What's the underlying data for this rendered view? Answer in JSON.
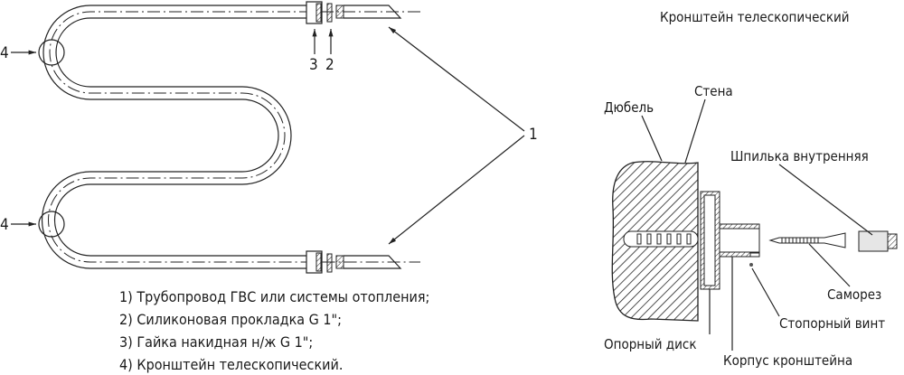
{
  "left_drawing": {
    "callouts": {
      "one": "1",
      "two": "2",
      "three": "3",
      "four_top": "4",
      "four_bottom": "4"
    },
    "legend": [
      "1) Трубопровод ГВС или системы отопления;",
      "2) Силиконовая прокладка G 1\";",
      "3) Гайка накидная н/ж G 1\";",
      "4) Кронштейн телескопический."
    ]
  },
  "right_drawing": {
    "title": "Кронштейн телескопический",
    "labels": {
      "dowel": "Дюбель",
      "wall": "Стена",
      "inner_stud": "Шпилька внутренняя",
      "self_tapping_screw": "Саморез",
      "set_screw": "Стопорный винт",
      "support_disc": "Опорный диск",
      "bracket_body": "Корпус кронштейна"
    }
  }
}
